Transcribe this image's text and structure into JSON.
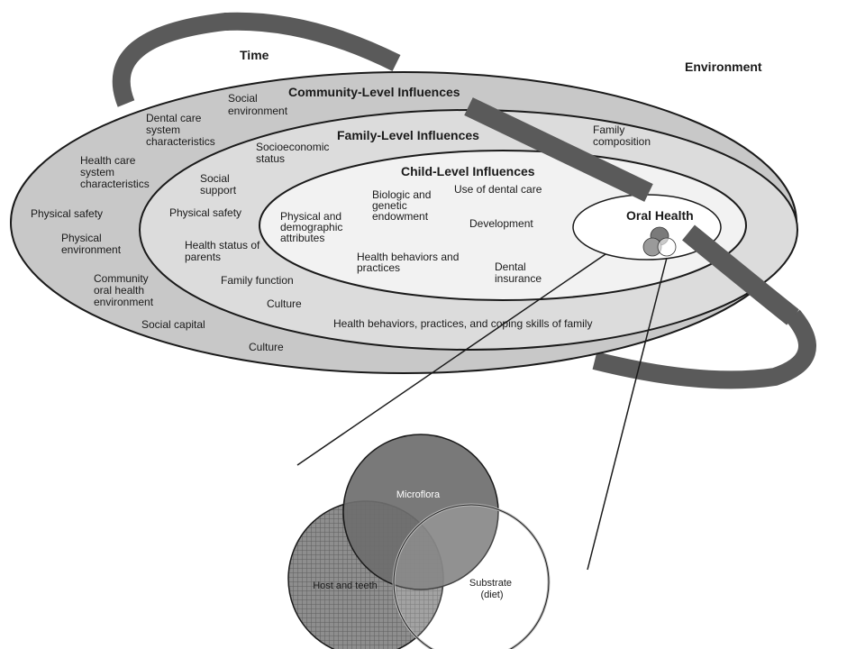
{
  "headings": {
    "time": "Time",
    "environment": "Environment",
    "community": "Community-Level Influences",
    "family": "Family-Level Influences",
    "child": "Child-Level Influences",
    "oral_health": "Oral Health"
  },
  "community_factors": {
    "social_environment": [
      "Social",
      "environment"
    ],
    "dental_care_system": [
      "Dental care",
      "system",
      "characteristics"
    ],
    "health_care_system": [
      "Health care",
      "system",
      "characteristics"
    ],
    "physical_safety": "Physical safety",
    "physical_environment": [
      "Physical",
      "environment"
    ],
    "community_oral_health": [
      "Community",
      "oral health",
      "environment"
    ],
    "social_capital": "Social capital",
    "culture": "Culture"
  },
  "family_factors": {
    "socioeconomic_status": [
      "Socioeconomic",
      "status"
    ],
    "social_support": [
      "Social",
      "support"
    ],
    "physical_safety": "Physical safety",
    "health_status_parents": [
      "Health status of",
      "parents"
    ],
    "family_function": "Family function",
    "culture": "Culture",
    "health_behaviors_family": "Health behaviors, practices, and coping skills of family",
    "family_composition": [
      "Family",
      "composition"
    ]
  },
  "child_factors": {
    "physical_demographic": [
      "Physical and",
      "demographic",
      "attributes"
    ],
    "biologic_genetic": [
      "Biologic and",
      "genetic",
      "endowment"
    ],
    "use_of_dental_care": "Use of dental care",
    "development": "Development",
    "health_behaviors": [
      "Health behaviors and",
      "practices"
    ],
    "dental_insurance": [
      "Dental",
      "insurance"
    ]
  },
  "venn": {
    "microflora": "Microflora",
    "host_and_teeth": "Host and teeth",
    "substrate": [
      "Substrate",
      "(diet)"
    ]
  },
  "colors": {
    "band": "#5a5a5a",
    "community_fill": "#c8c8c8",
    "family_fill": "#dcdcdc",
    "child_fill": "#f2f2f2",
    "microflora_fill": "#6e6e6e",
    "host_fill": "#8e8e8e"
  }
}
